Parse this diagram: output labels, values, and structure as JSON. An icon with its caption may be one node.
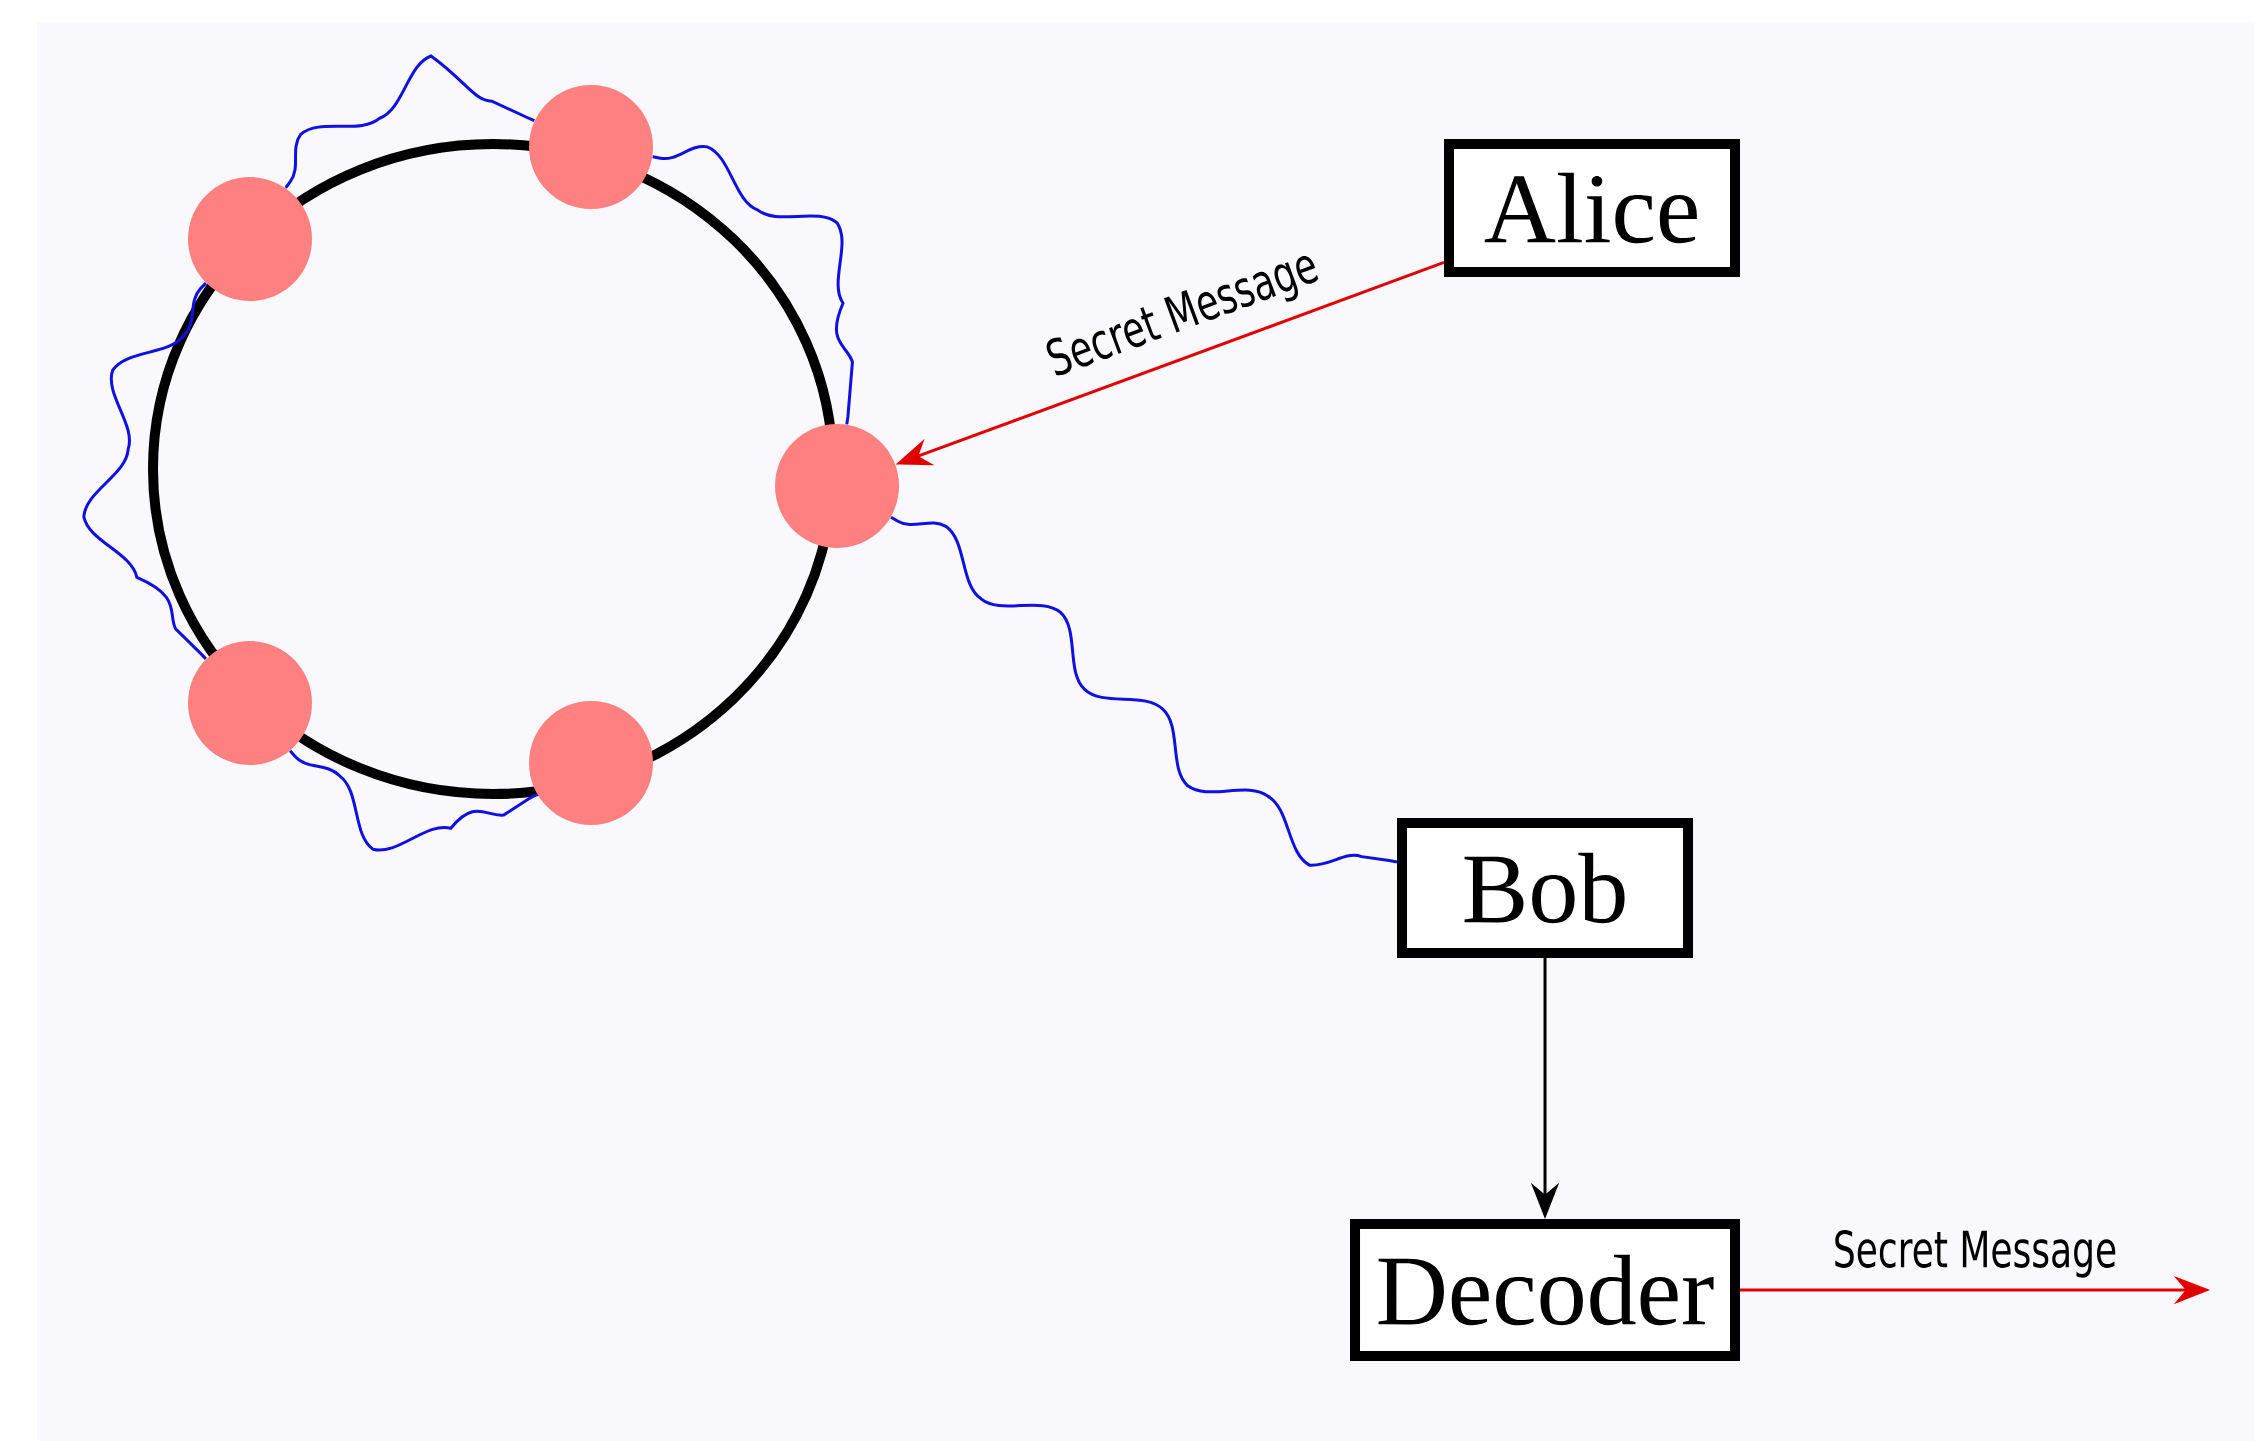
{
  "diagram": {
    "nodes": [
      {
        "text": [
          "Alice"
        ]
      },
      {
        "text": [
          "Bob"
        ]
      },
      {
        "text": [
          "Decoder"
        ]
      },
      {
        "text": [],
        "shape": "circle"
      },
      {
        "text": [],
        "shape": "circle"
      },
      {
        "text": [],
        "shape": "circle"
      },
      {
        "text": [],
        "shape": "circle"
      },
      {
        "text": [],
        "shape": "circle"
      }
    ],
    "edges": [
      {
        "from": 0,
        "to": 7,
        "arrow": "to",
        "label": "Secret Message",
        "color": "#e00000"
      },
      {
        "from": 1,
        "to": 2,
        "arrow": "to",
        "color": "#000000"
      },
      {
        "from": 2,
        "to": null,
        "arrow": "to",
        "label": "Secret Message",
        "color": "#e00000"
      },
      {
        "from": 7,
        "to": 1,
        "arrow": "none",
        "color": "#1010e0"
      },
      {
        "from": 3,
        "to": 5,
        "arrow": "none",
        "color": "#1010e0"
      },
      {
        "from": 5,
        "to": 7,
        "arrow": "none",
        "color": "#1010e0"
      },
      {
        "from": 3,
        "to": 4,
        "arrow": "none",
        "color": "#1010e0"
      },
      {
        "from": 4,
        "to": 6,
        "arrow": "none",
        "color": "#1010e0"
      }
    ]
  }
}
